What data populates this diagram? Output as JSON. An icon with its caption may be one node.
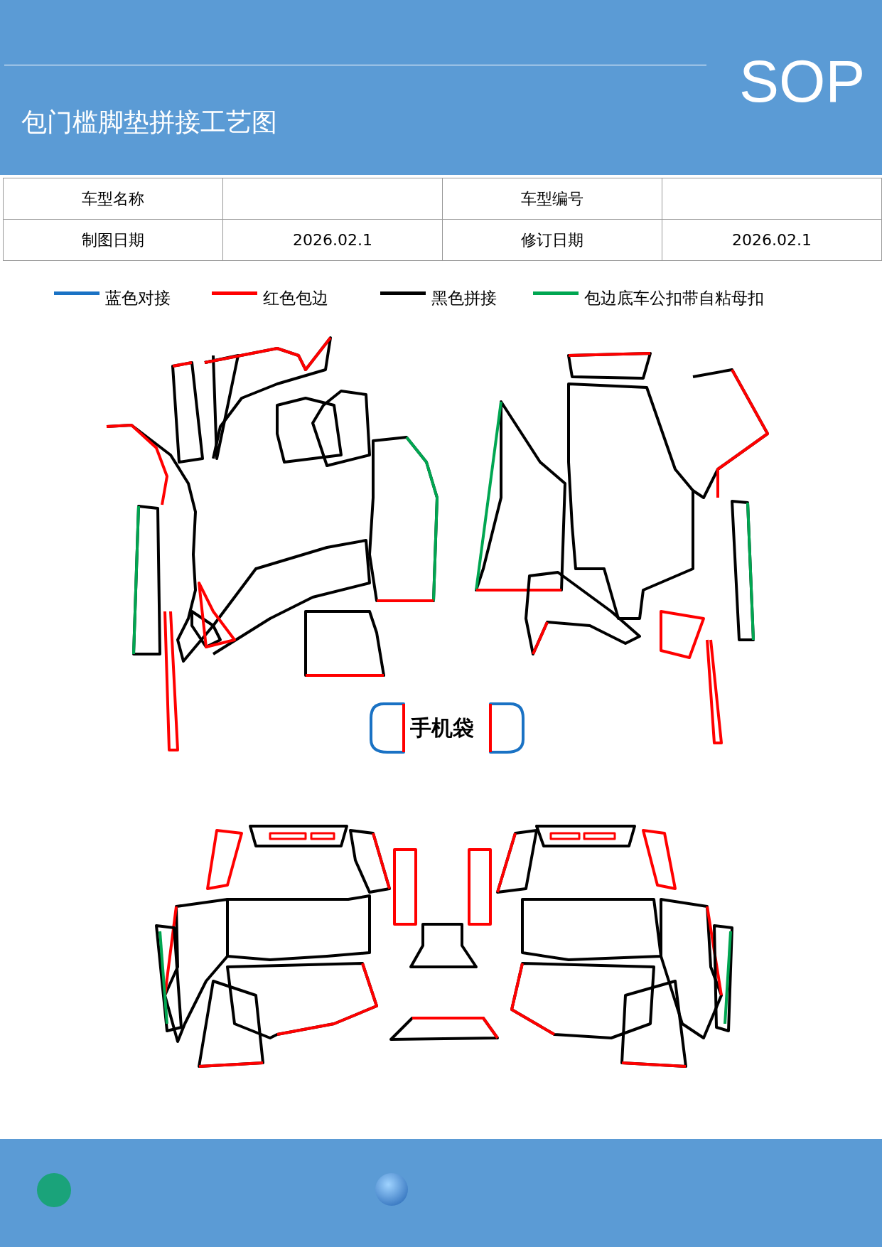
{
  "diagram": {
    "title": "包门槛脚垫拼接工艺图",
    "labels": [
      "SOP",
      "车型名称",
      "车型编号",
      "制图日期",
      "2026.02.1",
      "修订日期",
      "2026.02.1",
      "手机袋"
    ],
    "legend": [
      {
        "text": "蓝色对接",
        "color": "#1a72c4"
      },
      {
        "text": "红色包边",
        "color": "#ff0000"
      },
      {
        "text": "黑色拼接",
        "color": "#000000"
      },
      {
        "text": "包边底车公扣带自粘母扣",
        "color": "#00a651"
      }
    ]
  }
}
